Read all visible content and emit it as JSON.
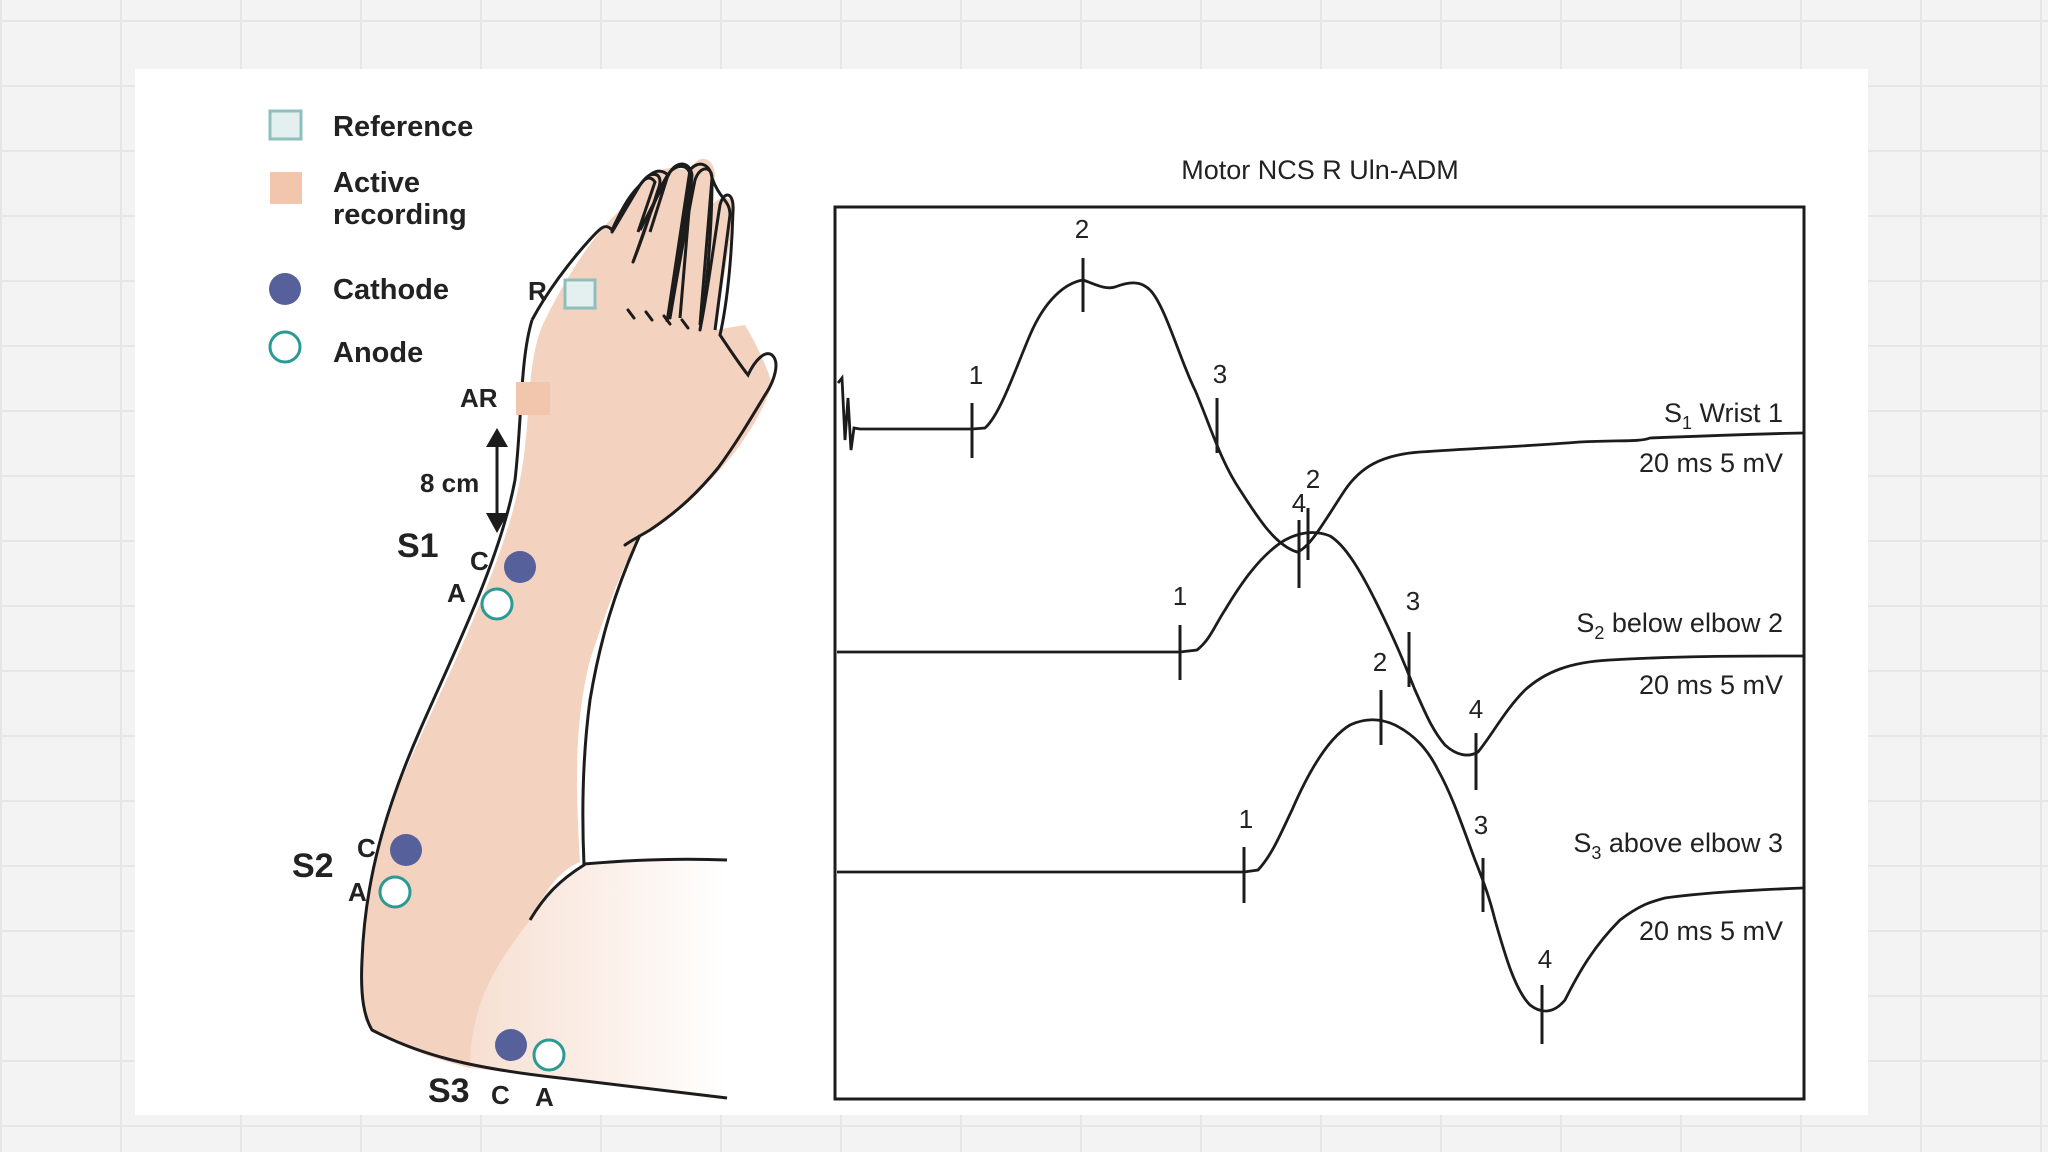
{
  "legend": {
    "reference": "Reference",
    "active_line1": "Active",
    "active_line2": "recording",
    "cathode": "Cathode",
    "anode": "Anode"
  },
  "arm_labels": {
    "R": "R",
    "AR": "AR",
    "distance": "8 cm",
    "S1": "S1",
    "S2": "S2",
    "S3": "S3",
    "C": "C",
    "A": "A"
  },
  "plot": {
    "title": "Motor NCS R Uln-ADM",
    "traces": [
      {
        "name_prefix": "S",
        "name_sub": "1",
        "name_suffix": " Wrist 1",
        "scale": "20 ms 5 mV",
        "markers": [
          "1",
          "2",
          "3",
          "4"
        ]
      },
      {
        "name_prefix": "S",
        "name_sub": "2",
        "name_suffix": " below elbow 2",
        "scale": "20 ms 5 mV",
        "markers": [
          "1",
          "2",
          "3",
          "4"
        ]
      },
      {
        "name_prefix": "S",
        "name_sub": "3",
        "name_suffix": " above elbow 3",
        "scale": "20 ms 5 mV",
        "markers": [
          "1",
          "2",
          "3",
          "4"
        ]
      }
    ]
  },
  "colors": {
    "reference_fill": "#e3f0ef",
    "reference_stroke": "#8fbfbc",
    "active_fill": "#f2c6ad",
    "skin": "#f3d2bf",
    "cathode": "#56609a",
    "anode_stroke": "#2a9a93",
    "line": "#1c1c1c"
  }
}
